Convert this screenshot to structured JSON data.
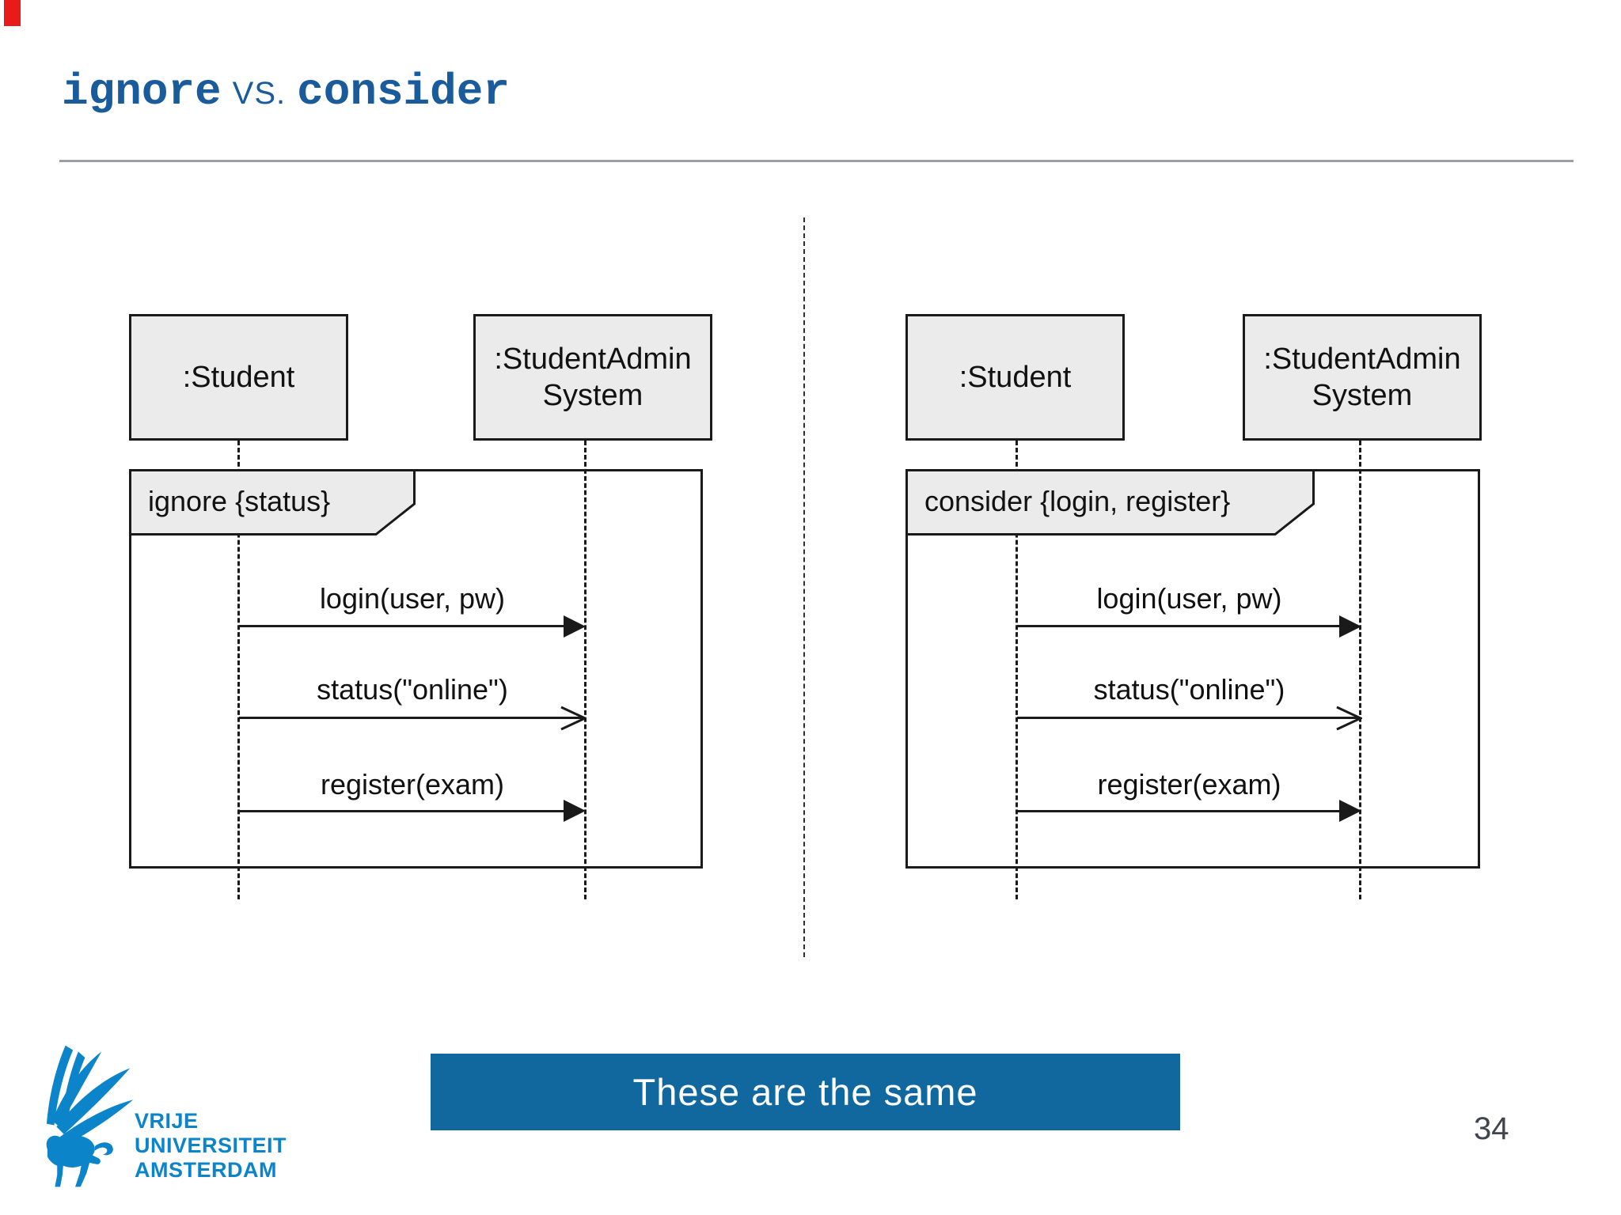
{
  "colors": {
    "ink": "#1a1a1a",
    "box_fill": "#ebebeb",
    "title_blue": "#1a5b9b",
    "banner_blue": "#11689e",
    "banner_text": "#ffffff",
    "logo_blue": "#0c84ca",
    "rule_gray": "#9ba0a4",
    "page_number_gray": "#3f454d",
    "marker_red": "#e81a1a"
  },
  "title": {
    "part1": "ignore",
    "separator": "VS.",
    "part2": "consider"
  },
  "diagrams": [
    {
      "side": "left",
      "operator_label": "ignore {status}",
      "lifelines": [
        {
          "label": ":Student"
        },
        {
          "label_line1": ":StudentAdmin",
          "label_line2": "System"
        }
      ],
      "messages": [
        {
          "label": "login(user, pw)",
          "arrowhead": "filled"
        },
        {
          "label": "status(\"online\")",
          "arrowhead": "open"
        },
        {
          "label": "register(exam)",
          "arrowhead": "filled"
        }
      ]
    },
    {
      "side": "right",
      "operator_label": "consider {login, register}",
      "lifelines": [
        {
          "label": ":Student"
        },
        {
          "label_line1": ":StudentAdmin",
          "label_line2": "System"
        }
      ],
      "messages": [
        {
          "label": "login(user, pw)",
          "arrowhead": "filled"
        },
        {
          "label": "status(\"online\")",
          "arrowhead": "open"
        },
        {
          "label": "register(exam)",
          "arrowhead": "filled"
        }
      ]
    }
  ],
  "banner": {
    "text": "These are the same"
  },
  "logo": {
    "line1": "VRIJE",
    "line2": "UNIVERSITEIT",
    "line3": "AMSTERDAM"
  },
  "footer": {
    "page_number": "34"
  }
}
